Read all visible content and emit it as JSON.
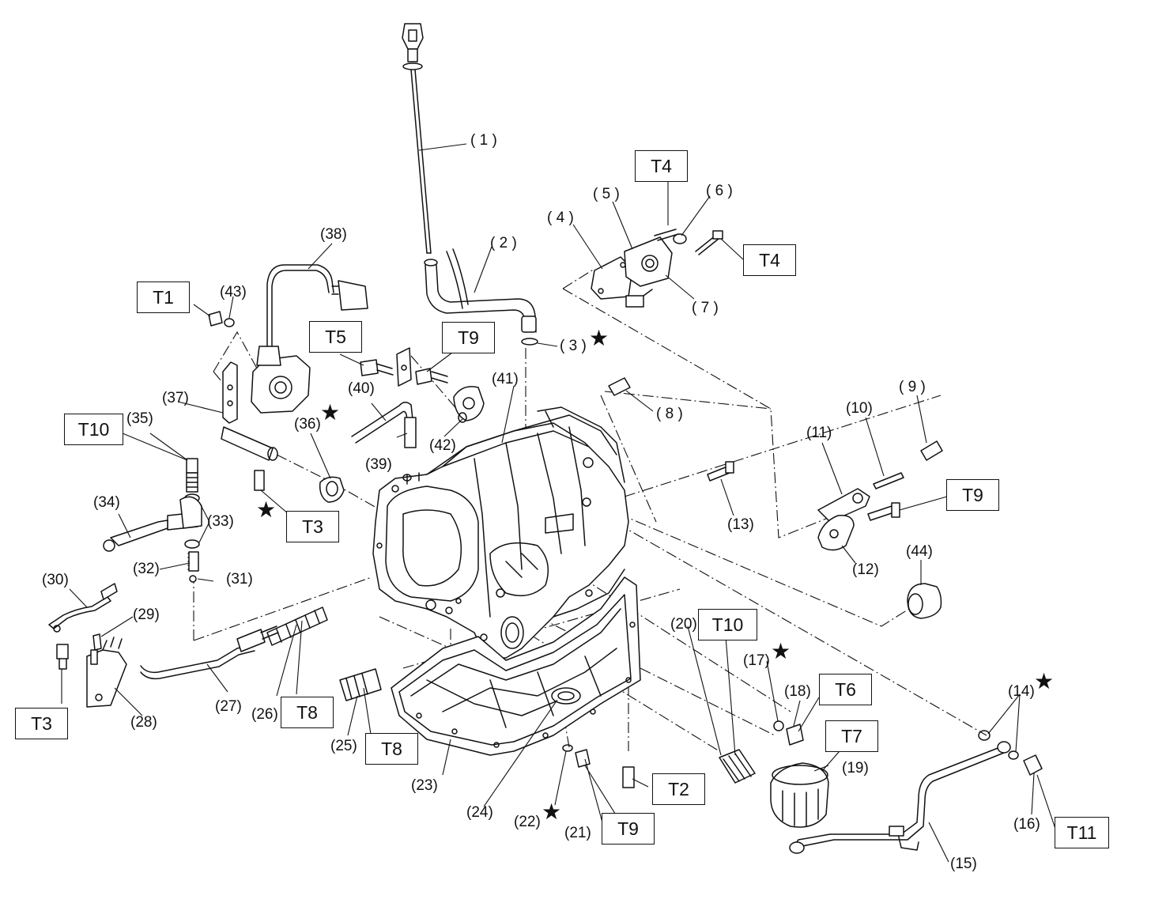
{
  "callouts": {
    "c1": "( 1 )",
    "c2": "( 2 )",
    "c3": "( 3 )",
    "c4": "( 4 )",
    "c5": "( 5 )",
    "c6": "( 6 )",
    "c7": "( 7 )",
    "c8": "( 8 )",
    "c9": "( 9 )",
    "c10": "(10)",
    "c11": "(11)",
    "c12": "(12)",
    "c13": "(13)",
    "c14": "(14)",
    "c15": "(15)",
    "c16": "(16)",
    "c17": "(17)",
    "c18": "(18)",
    "c19": "(19)",
    "c20": "(20)",
    "c21": "(21)",
    "c22": "(22)",
    "c23": "(23)",
    "c24": "(24)",
    "c25": "(25)",
    "c26": "(26)",
    "c27": "(27)",
    "c28": "(28)",
    "c29": "(29)",
    "c30": "(30)",
    "c31": "(31)",
    "c32": "(32)",
    "c33": "(33)",
    "c34": "(34)",
    "c35": "(35)",
    "c36": "(36)",
    "c37": "(37)",
    "c38": "(38)",
    "c39": "(39)",
    "c40": "(40)",
    "c41": "(41)",
    "c42": "(42)",
    "c43": "(43)",
    "c44": "(44)"
  },
  "torque": {
    "t1": "T1",
    "t2": "T2",
    "t3a": "T3",
    "t3b": "T3",
    "t4a": "T4",
    "t4b": "T4",
    "t5": "T5",
    "t6": "T6",
    "t7": "T7",
    "t8a": "T8",
    "t8b": "T8",
    "t9a": "T9",
    "t9b": "T9",
    "t9c": "T9",
    "t10a": "T10",
    "t10b": "T10",
    "t11": "T11"
  },
  "star_symbol": "★"
}
